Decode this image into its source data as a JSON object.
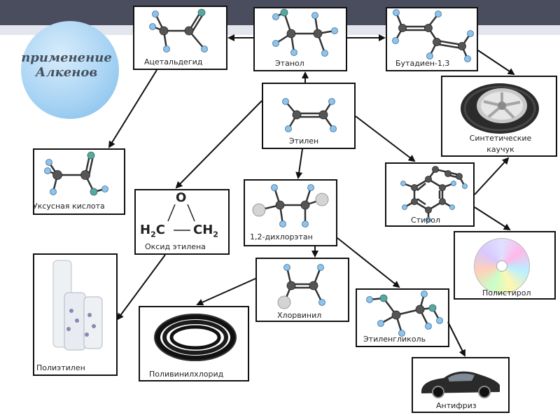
{
  "title": {
    "line1": "применение",
    "line2": "Алкенов"
  },
  "nodes": {
    "acetaldehyde": "Ацетальдегид",
    "ethanol": "Этанол",
    "butadiene": "Бутадиен-1,3",
    "rubber": "Синтетические каучук",
    "ethylene": "Этилен",
    "acetic_acid": "Уксусная кислота",
    "ethylene_oxide": "Оксид этилена",
    "dichloroethane": "1,2-дихлорэтан",
    "styrene": "Стирол",
    "polystyrene": "Полистирол",
    "polyethylene": "Полиэтилен",
    "vinyl_chloride": "Хлорвинил",
    "pvc": "Поливинилхлорид",
    "ethylene_glycol": "Этиленгликоль",
    "antifreeze": "Антифриз"
  },
  "formula": {
    "o": "O",
    "h2c": "H",
    "h2c_sub": "2",
    "h2c_c": "C",
    "ch2": "CH",
    "ch2_sub": "2"
  },
  "colors": {
    "carbon": "#555555",
    "hydrogen": "#8ec3ea",
    "oxygen": "#5aa7a0",
    "chlorine": "#cfcfcf"
  }
}
